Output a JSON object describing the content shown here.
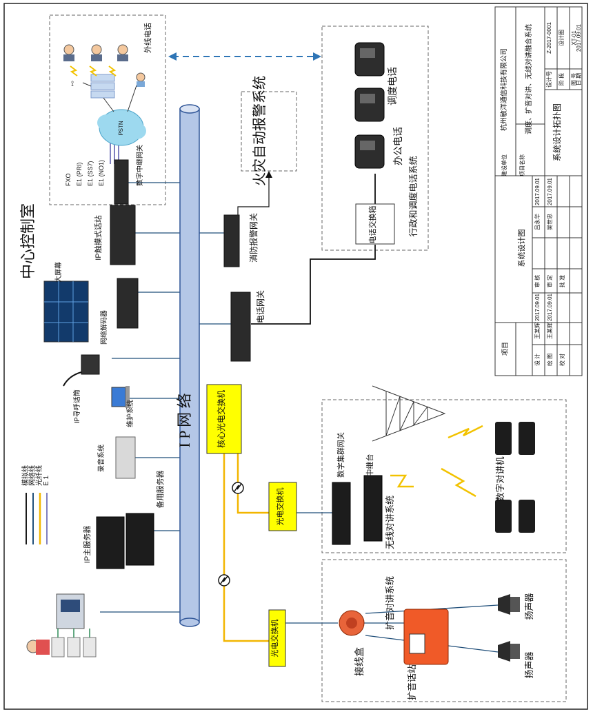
{
  "center_room": "中心控制室",
  "ip_network": "I P 网 络",
  "core_switch": "核心光电交换机",
  "pstn": "PSTN",
  "external_phone": "外线电话",
  "gateway_trunk": "数字中继网关",
  "trunk_types": [
    "FXO",
    "E1 (PRI)",
    "E1 (SS7)",
    "E1 (NO1)"
  ],
  "fire_alarm_system": "火灾自动报警系统",
  "fire_gateway": "消防报警网关",
  "phone_gateway": "电话网关",
  "pbx": "电话交换箱",
  "office_phone": "办公电话",
  "dispatch_phone": "调度电话",
  "admin_phone_system": "行政和调度电话系统",
  "ip_touch_console": "IP触摸式话站",
  "big_screen": "大屏幕",
  "network_decoder": "网络解码器",
  "ip_mic": "IP寻呼话筒",
  "maintenance_system": "维护系统",
  "recording_system": "录音系统",
  "ip_main_server": "IP主服务器",
  "backup_server": "备用服务器",
  "optical_switch_1": "光电交换机",
  "optical_switch_2": "光电交换机",
  "digital_cluster_gateway": "数字集群网关",
  "relay_station": "中继台",
  "digital_walkie": "数字对讲机",
  "wireless_system": "无线对讲系统",
  "pa_system": "扩音对讲系统",
  "junction_box": "接线盒",
  "pa_station": "扩音话站",
  "speaker_1": "扬声器",
  "speaker_2": "扬声器",
  "legend": [
    {
      "label": "模拟线",
      "color": "#1a1a1a"
    },
    {
      "label": "网络线",
      "color": "#1f4e79"
    },
    {
      "label": "光纤线",
      "color": "#f2b600"
    },
    {
      "label": "E 1",
      "color": "#8080c0"
    }
  ],
  "title_block": {
    "company_label": "建设单位",
    "company": "杭州敏洋通信科技有限公司",
    "project_label": "项目名称",
    "project": "调度、扩音对讲、无线对讲融合系统",
    "drawing_name": "系统设计拓扑图",
    "design_no_label": "设计号",
    "design_no": "Z-2017-0001",
    "stage_label": "阶 段",
    "stage": "设计图",
    "drawing_no_label": "图 号",
    "drawing_no": "XT-01",
    "date_label": "日 期",
    "date": "2017.09.01",
    "item_label": "项目",
    "item": "系统设计图",
    "design_label": "设 计",
    "design_person": "王某辉",
    "design_date": "2017.09.01",
    "draw_label": "绘 图",
    "draw_person": "王某辉",
    "draw_date": "2017.09.01",
    "check_label": "校 对",
    "review_label": "审 核",
    "review_person": "吕永华",
    "review_date": "2017.09.01",
    "approve_label": "审 定",
    "approve_person": "吴世忠",
    "approve_date": "2017.09.01",
    "ratify_label": "批 准"
  }
}
